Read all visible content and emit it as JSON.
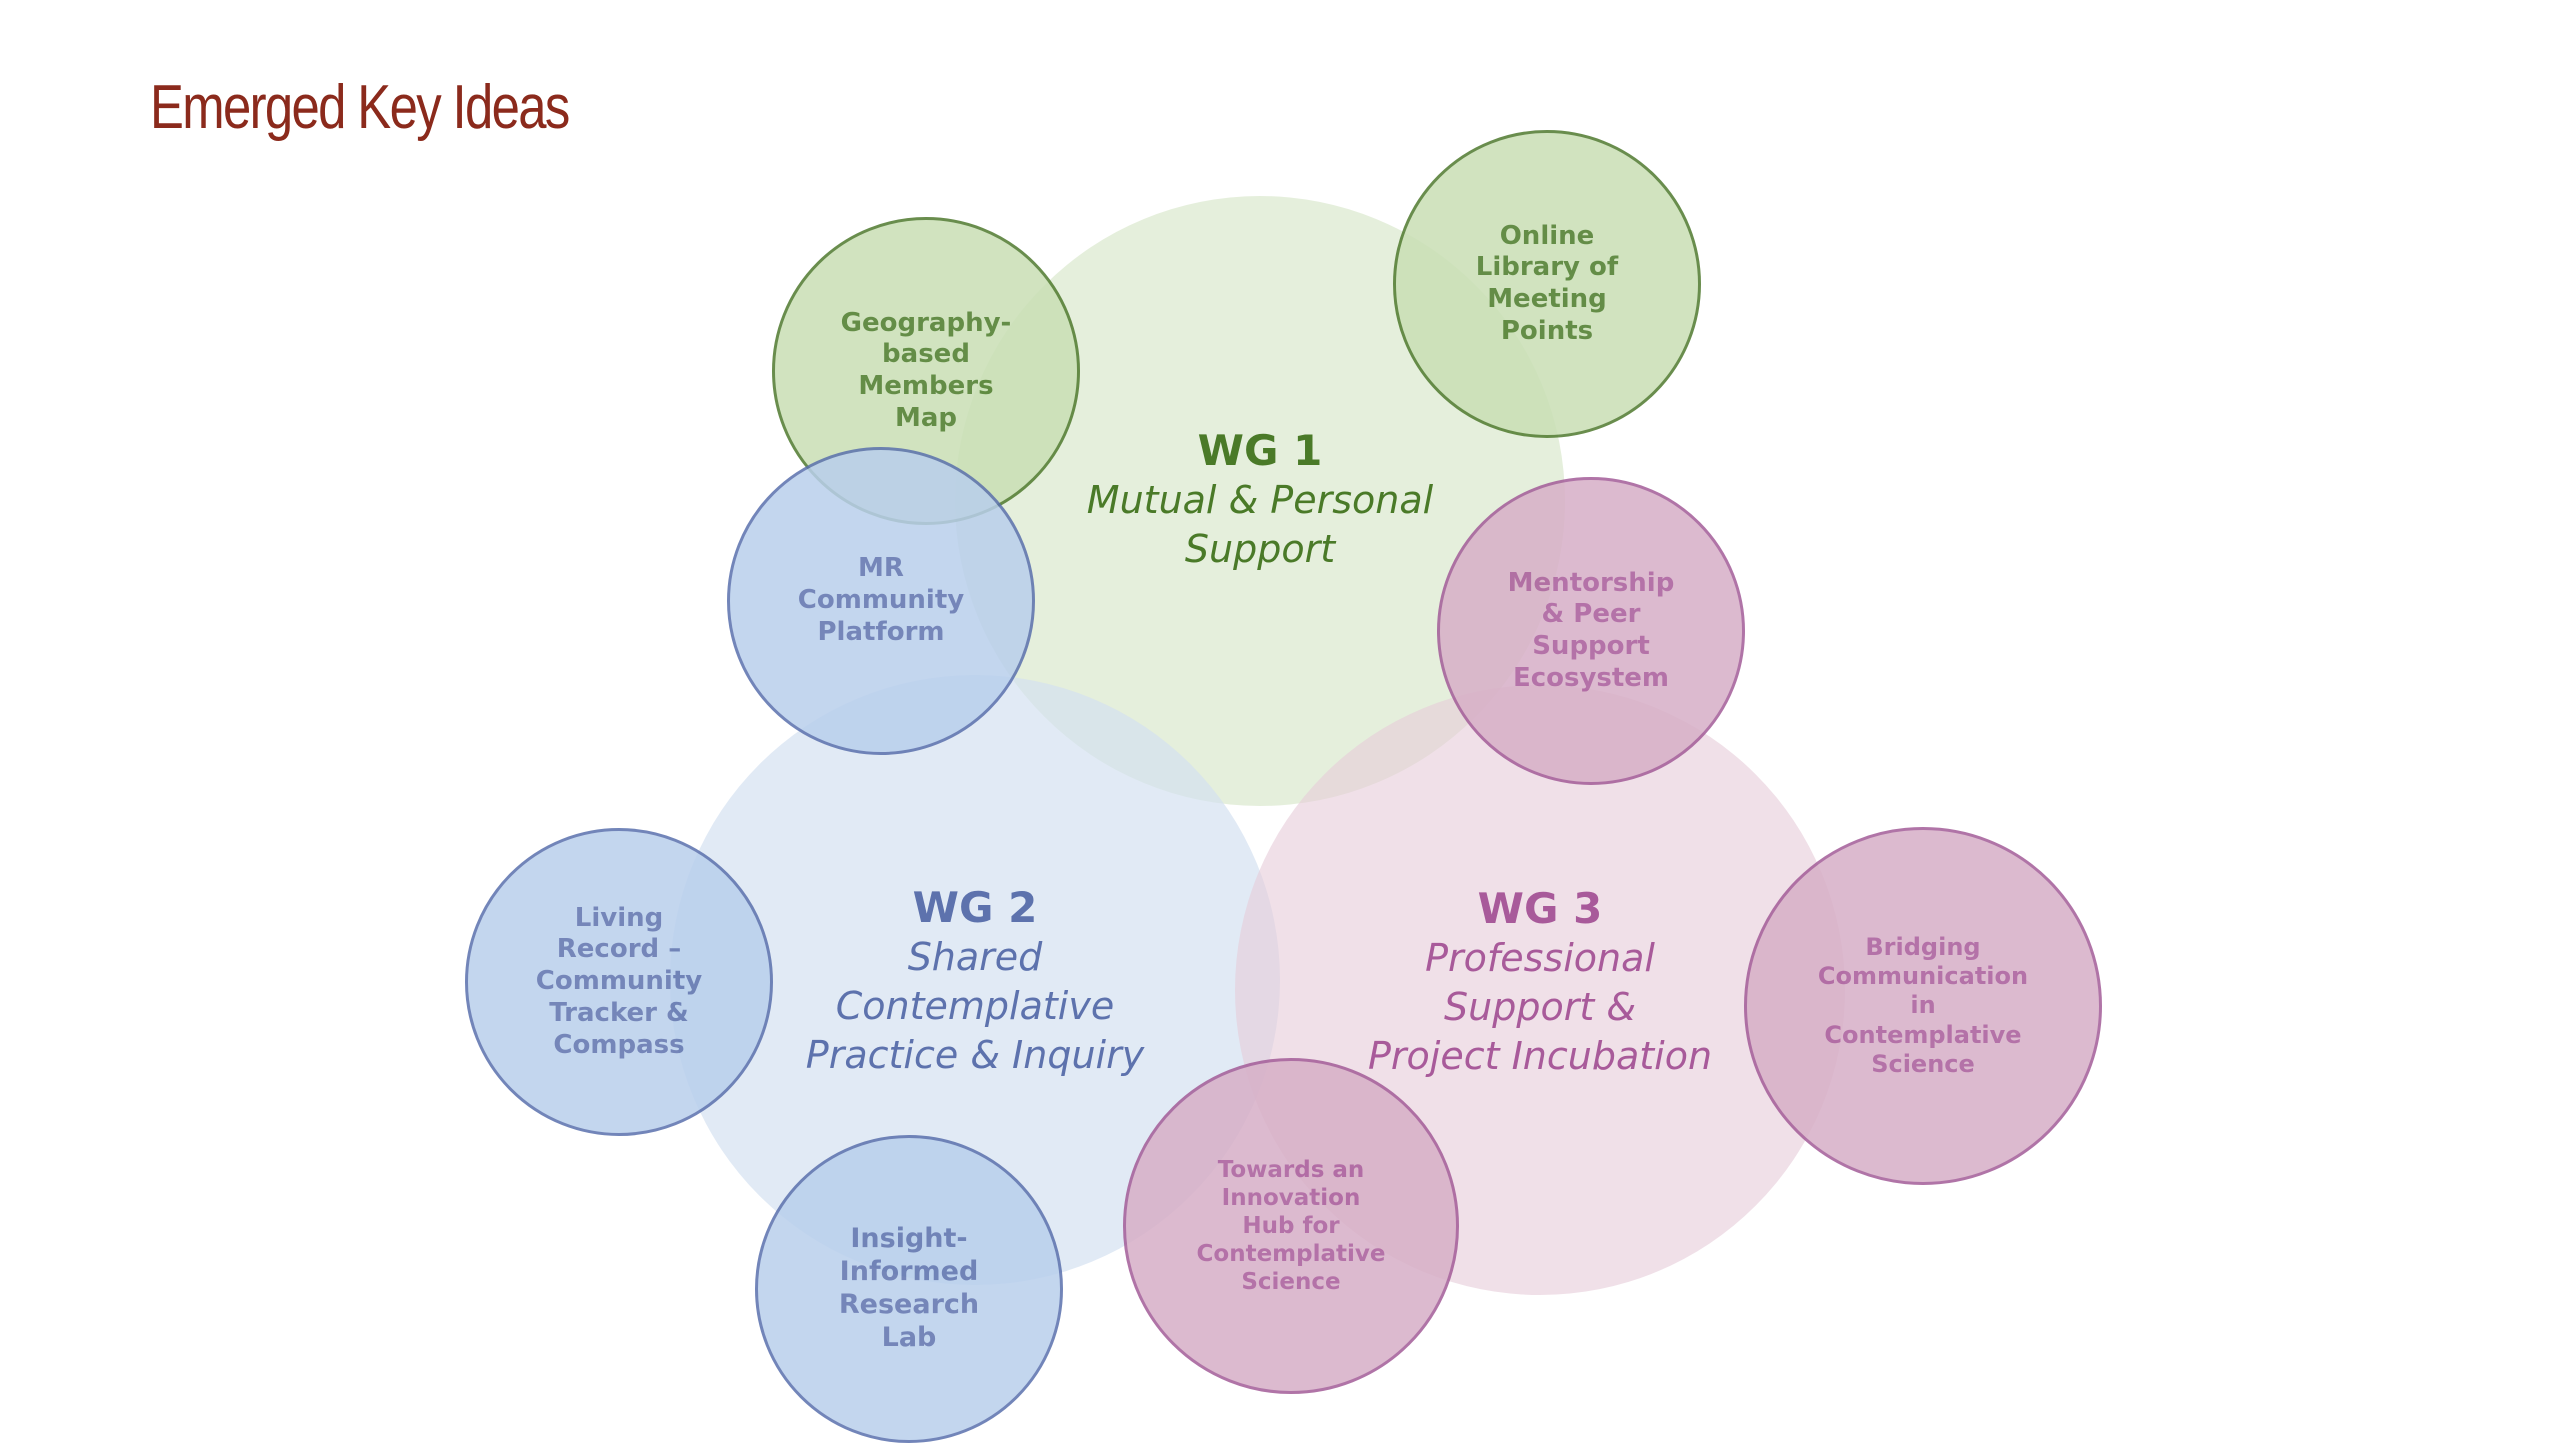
{
  "page_title": "Emerged Key Ideas",
  "colors": {
    "title": "#8b2a1c",
    "green_text": "#4a7a28",
    "green_border": "#4f7a2e",
    "green_big_fill": "#dbe9cf",
    "green_small_fill": "#c9dfb5",
    "blue_text": "#5d72ad",
    "blue_border": "#5a70ad",
    "blue_big_fill": "#d3e0f0",
    "blue_small_fill": "#b9cfec",
    "pink_text": "#a85a9a",
    "pink_border": "#a35c98",
    "pink_big_fill": "#e6cbd8",
    "pink_small_fill": "#d7afc7"
  },
  "working_groups": {
    "wg1": {
      "name": "WG 1",
      "theme": "Mutual & Personal\nSupport"
    },
    "wg2": {
      "name": "WG 2",
      "theme": "Shared\nContemplative\nPractice & Inquiry"
    },
    "wg3": {
      "name": "WG 3",
      "theme": "Professional\nSupport &\nProject Incubation"
    }
  },
  "ideas": {
    "geography_map": "Geography-\nbased\nMembers\nMap",
    "online_library": "Online\nLibrary of\nMeeting\nPoints",
    "mr_platform": "MR\nCommunity\nPlatform",
    "mentorship": "Mentorship\n& Peer\nSupport\nEcosystem",
    "living_record": "Living\nRecord –\nCommunity\nTracker &\nCompass",
    "insight_lab": "Insight-\nInformed\nResearch\nLab",
    "innovation_hub": "Towards an\nInnovation\nHub for\nContemplative\nScience",
    "bridging": "Bridging\nCommunication\nin\nContemplative\nScience"
  }
}
